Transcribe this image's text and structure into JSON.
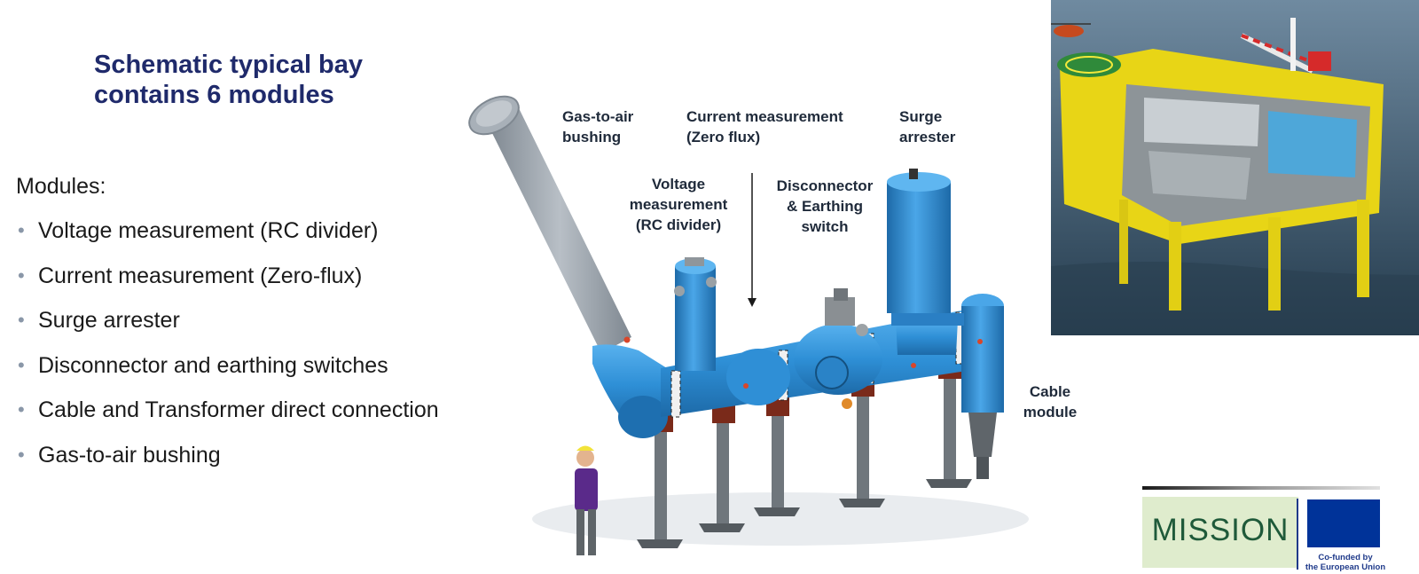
{
  "title": {
    "line1": "Schematic typical bay",
    "line2": "contains 6 modules"
  },
  "modules": {
    "heading": "Modules:",
    "items": [
      "Voltage measurement (RC divider)",
      "Current measurement (Zero-flux)",
      "Surge arrester",
      "Disconnector and earthing switches",
      "Cable and Transformer direct connection",
      "Gas-to-air bushing"
    ]
  },
  "diagram_labels": {
    "gas_to_air": [
      "Gas-to-air",
      "bushing"
    ],
    "current": [
      "Current measurement",
      "(Zero flux)"
    ],
    "surge": [
      "Surge",
      "arrester"
    ],
    "voltage": [
      "Voltage",
      "measurement",
      "(RC divider)"
    ],
    "disconnector": [
      "Disconnector",
      "& Earthing",
      "switch"
    ],
    "cable": [
      "Cable",
      "module"
    ]
  },
  "logos": {
    "mission": "MISSION",
    "eu_caption": [
      "Co-funded by",
      "the European Union"
    ]
  },
  "colors": {
    "title": "#1f2a6b",
    "gis_blue": "#2e8fd6",
    "bushing_gray": "#9aa3ad",
    "platform_yellow": "#f5e21a",
    "sea": "#3d5a6e",
    "eu_blue": "#003399",
    "eu_star": "#ffcc00"
  }
}
